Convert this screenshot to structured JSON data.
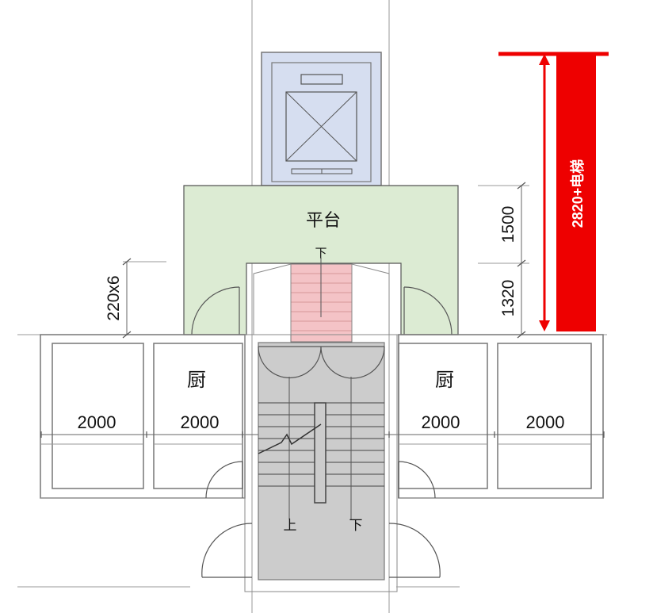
{
  "labels": {
    "platform": "平台",
    "kitchen_left": "厨",
    "kitchen_right": "厨",
    "stair_up": "上",
    "stair_down": "下",
    "ramp_down": "下"
  },
  "dimensions": {
    "room_width_1": "2000",
    "room_width_2": "2000",
    "room_width_3": "2000",
    "room_width_4": "2000",
    "step_spec": "220x6",
    "upper_height": "1500",
    "lower_height": "1320"
  },
  "annotation": {
    "text": "2820+电梯",
    "color": "#ee0000"
  },
  "colors": {
    "elevator_fill": "#d6def0",
    "platform_fill": "#dcebd3",
    "ramp_fill": "#f4c3c6",
    "stair_fill": "#cccccc"
  }
}
